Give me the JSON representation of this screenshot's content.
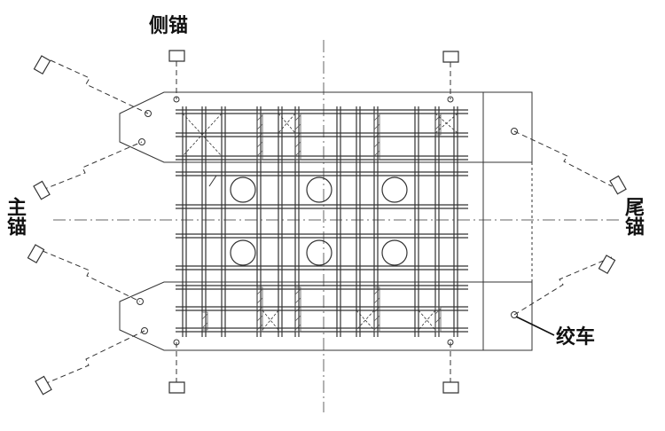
{
  "labels": {
    "side_anchor": "侧锚",
    "main_anchor": "主锚",
    "stern_anchor": "尾锚",
    "winch": "绞车"
  },
  "colors": {
    "line": "#333333",
    "centerline": "#666666",
    "hatch": "#555555",
    "text": "#111111"
  }
}
